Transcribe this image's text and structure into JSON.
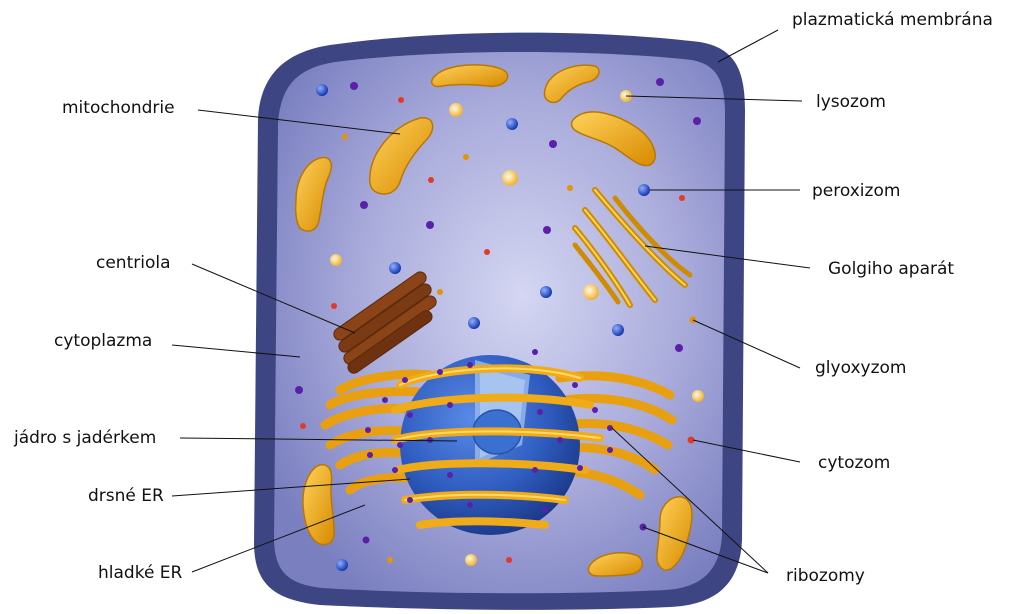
{
  "labels": {
    "plasma_membrane": "plazmatická membrána",
    "mitochondria": "mitochondrie",
    "lysosome": "lysozom",
    "peroxisome": "peroxizom",
    "centriole": "centriola",
    "golgi": "Golgiho aparát",
    "cytoplasm": "cytoplazma",
    "glyoxysome": "glyoxyzom",
    "nucleus": "jádro s jadérkem",
    "cytosome": "cytozom",
    "rough_er": "drsné ER",
    "smooth_er": "hladké ER",
    "ribosomes": "ribozomy"
  },
  "colors": {
    "membrane": "#3d4682",
    "cytoplasm": "#a9abdb",
    "organelle_orange": "#e9a515",
    "nucleus": "#2f5cbf",
    "centriole": "#7a3a14",
    "ribosome": "#5a20a8",
    "peroxisome": "#2a55d8",
    "cytosome": "#e23a2a",
    "lysosome": "#ffd27a"
  }
}
